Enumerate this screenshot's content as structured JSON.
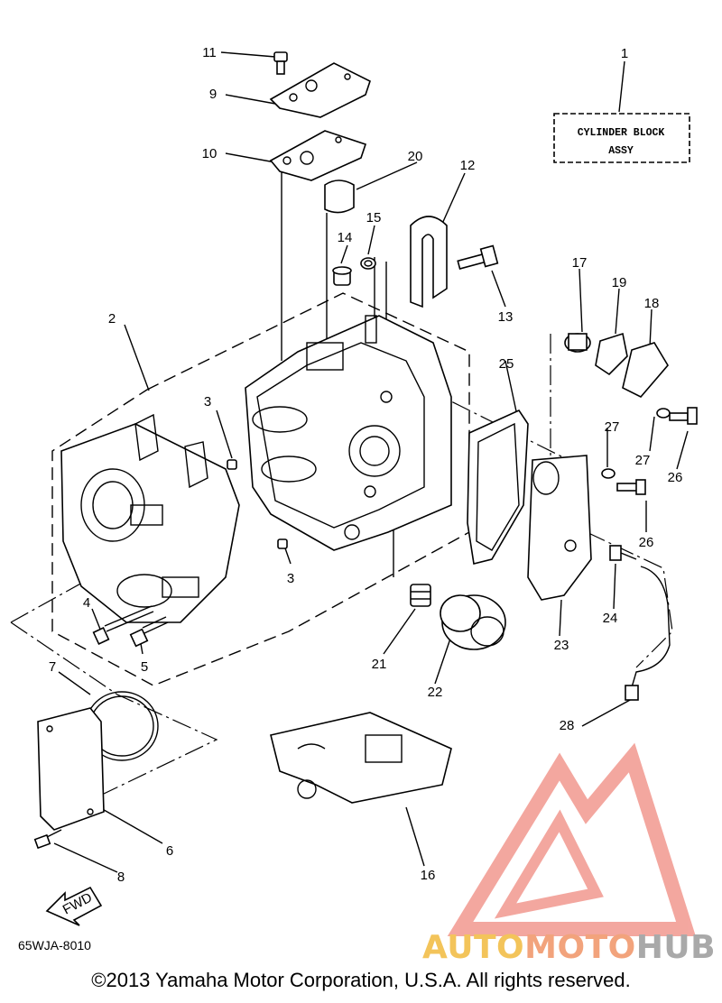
{
  "diagram": {
    "assy_box": {
      "line1": "CYLINDER BLOCK",
      "line2": "ASSY"
    },
    "callouts": [
      "1",
      "2",
      "3",
      "3",
      "4",
      "5",
      "6",
      "7",
      "8",
      "9",
      "10",
      "11",
      "12",
      "13",
      "14",
      "15",
      "16",
      "17",
      "18",
      "19",
      "20",
      "21",
      "22",
      "23",
      "24",
      "25",
      "26",
      "26",
      "27",
      "27",
      "28"
    ],
    "fwd_label": "FWD",
    "drawing_code": "65WJA-8010"
  },
  "watermark": {
    "brand_parts": [
      "AUTO",
      "MOTO",
      "HUB"
    ],
    "colors": {
      "auto": "#f3c45a",
      "moto": "#f2a37c",
      "hub": "#a9a9a9",
      "logo": "#f08a80"
    }
  },
  "footer": {
    "copyright": "©2013 Yamaha Motor Corporation, U.S.A. All rights reserved."
  }
}
